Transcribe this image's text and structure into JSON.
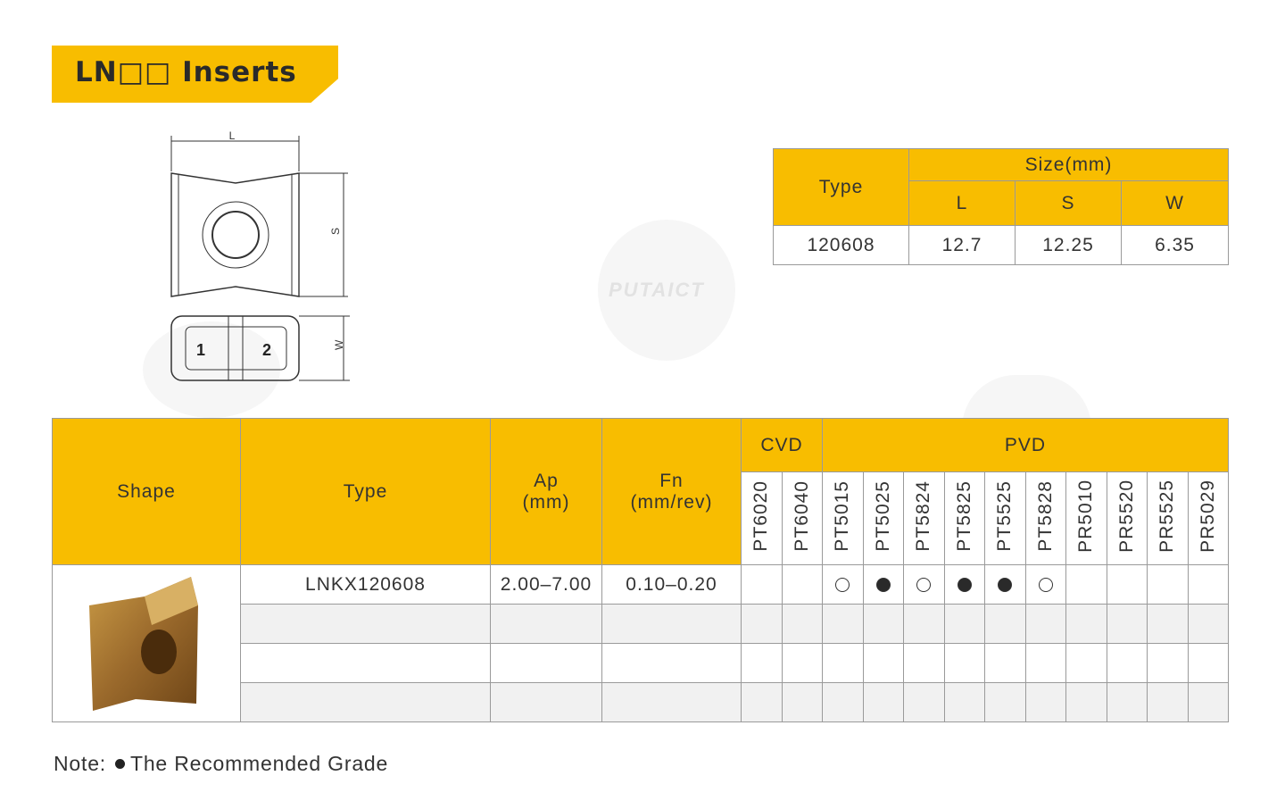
{
  "title": "LN□□ Inserts",
  "watermark": "PUTAICT",
  "diagram": {
    "L": "L",
    "S": "S",
    "W": "W",
    "edge1": "1",
    "edge2": "2"
  },
  "size_table": {
    "type_header": "Type",
    "size_header": "Size(mm)",
    "cols": [
      "L",
      "S",
      "W"
    ],
    "row": {
      "type": "120608",
      "L": "12.7",
      "S": "12.25",
      "W": "6.35"
    }
  },
  "main_table": {
    "headers": {
      "shape": "Shape",
      "type": "Type",
      "ap": "Ap",
      "ap_unit": "(mm)",
      "fn": "Fn",
      "fn_unit": "(mm/rev)",
      "cvd": "CVD",
      "pvd": "PVD"
    },
    "grades": [
      "PT6020",
      "PT6040",
      "PT5015",
      "PT5025",
      "PT5824",
      "PT5825",
      "PT5525",
      "PT5828",
      "PR5010",
      "PR5520",
      "PR5525",
      "PR5029"
    ],
    "rows": [
      {
        "type": "LNKX120608",
        "ap": "2.00–7.00",
        "fn": "0.10–0.20",
        "marks": [
          "",
          "",
          "open",
          "filled",
          "open",
          "filled",
          "filled",
          "open",
          "",
          "",
          "",
          ""
        ]
      },
      {
        "type": "",
        "ap": "",
        "fn": "",
        "marks": [
          "",
          "",
          "",
          "",
          "",
          "",
          "",
          "",
          "",
          "",
          "",
          ""
        ]
      },
      {
        "type": "",
        "ap": "",
        "fn": "",
        "marks": [
          "",
          "",
          "",
          "",
          "",
          "",
          "",
          "",
          "",
          "",
          "",
          ""
        ]
      },
      {
        "type": "",
        "ap": "",
        "fn": "",
        "marks": [
          "",
          "",
          "",
          "",
          "",
          "",
          "",
          "",
          "",
          "",
          "",
          ""
        ]
      }
    ]
  },
  "note": {
    "label": "Note:",
    "text": "The Recommended Grade"
  }
}
